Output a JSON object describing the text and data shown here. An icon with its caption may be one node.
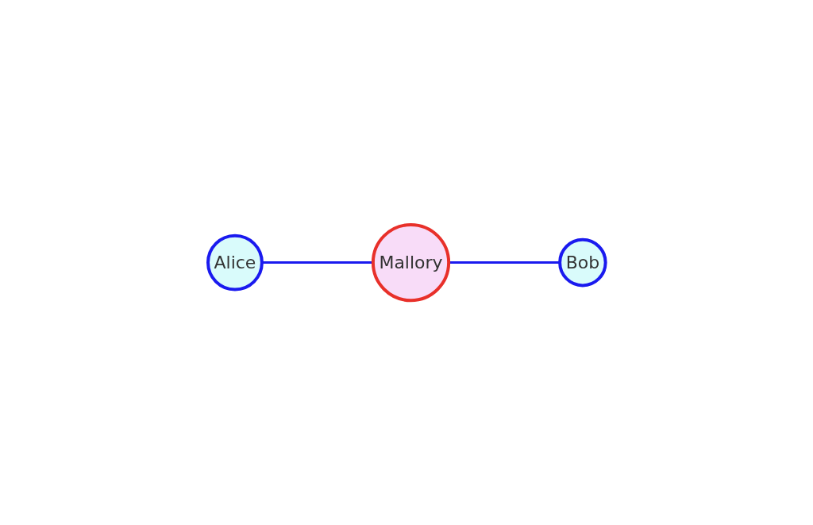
{
  "diagram": {
    "nodes": [
      {
        "text": [
          "Alice"
        ]
      },
      {
        "text": [
          "Mallory"
        ]
      },
      {
        "text": [
          "Bob"
        ]
      }
    ],
    "edges": [
      {
        "from": 0,
        "to": 1,
        "arrow": "none"
      },
      {
        "from": 1,
        "to": 2,
        "arrow": "none"
      }
    ]
  }
}
